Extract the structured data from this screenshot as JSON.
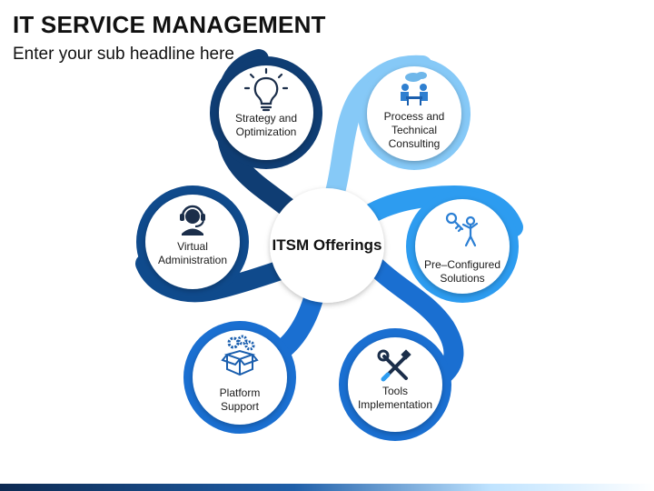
{
  "header": {
    "title": "IT SERVICE MANAGEMENT",
    "subtitle": "Enter your sub headline here"
  },
  "diagram": {
    "center_label": "ITSM Offerings",
    "nodes": [
      {
        "label": "Strategy and\nOptimization",
        "icon": "lightbulb-icon",
        "color": "#0f3d73"
      },
      {
        "label": "Process and\nTechnical\nConsulting",
        "icon": "meeting-icon",
        "color": "#86c9f7"
      },
      {
        "label": "Pre–Configured\nSolutions",
        "icon": "key-person-icon",
        "color": "#2d9cf0"
      },
      {
        "label": "Tools\nImplementation",
        "icon": "tools-icon",
        "color": "#1a6fd1"
      },
      {
        "label": "Platform\nSupport",
        "icon": "gears-box-icon",
        "color": "#1a6fd1"
      },
      {
        "label": "Virtual\nAdministration",
        "icon": "headset-icon",
        "color": "#0f4a8c"
      }
    ]
  },
  "colors": {
    "dark_navy": "#0f3d73",
    "light_blue": "#86c9f7",
    "sky_blue": "#2d9cf0",
    "medium_blue": "#1a6fd1",
    "icon_color": "#1b5fae"
  }
}
